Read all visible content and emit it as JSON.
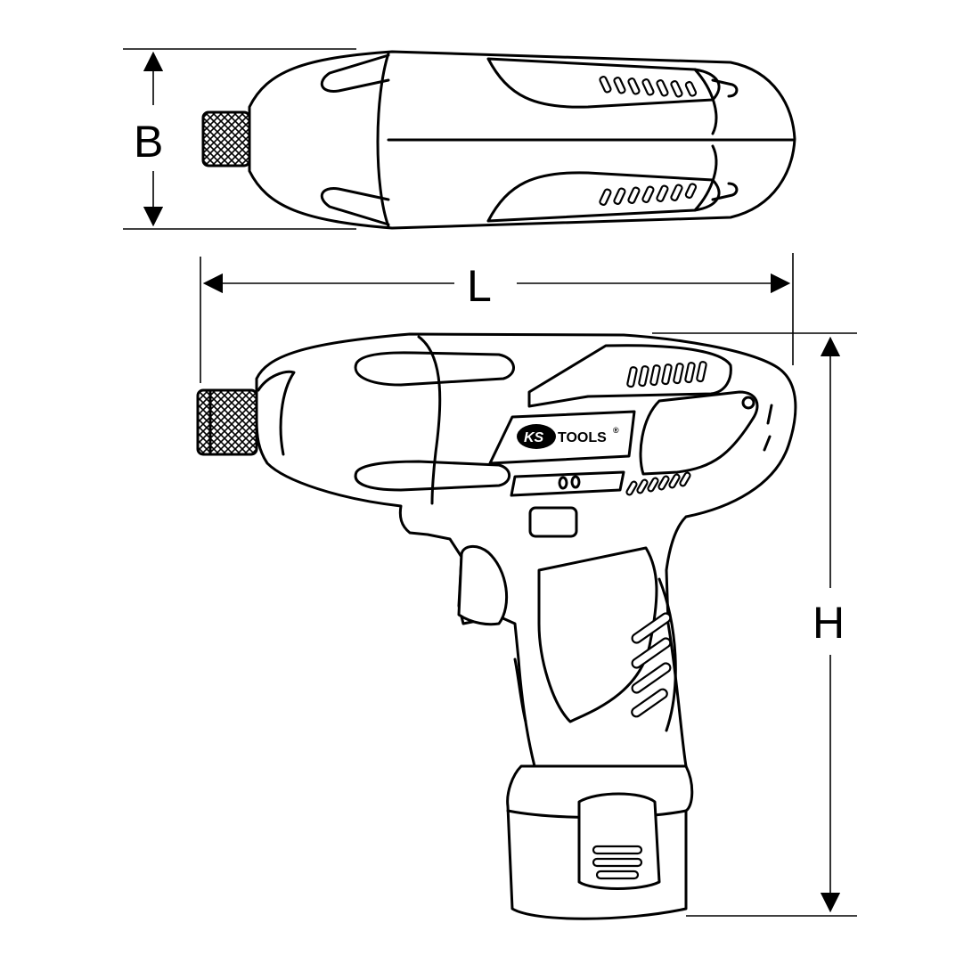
{
  "dimensions": {
    "width_label": "B",
    "length_label": "L",
    "height_label": "H"
  },
  "logo": {
    "brand_part1": "KS",
    "brand_part2": "TOOLS",
    "registered_mark": "®"
  }
}
